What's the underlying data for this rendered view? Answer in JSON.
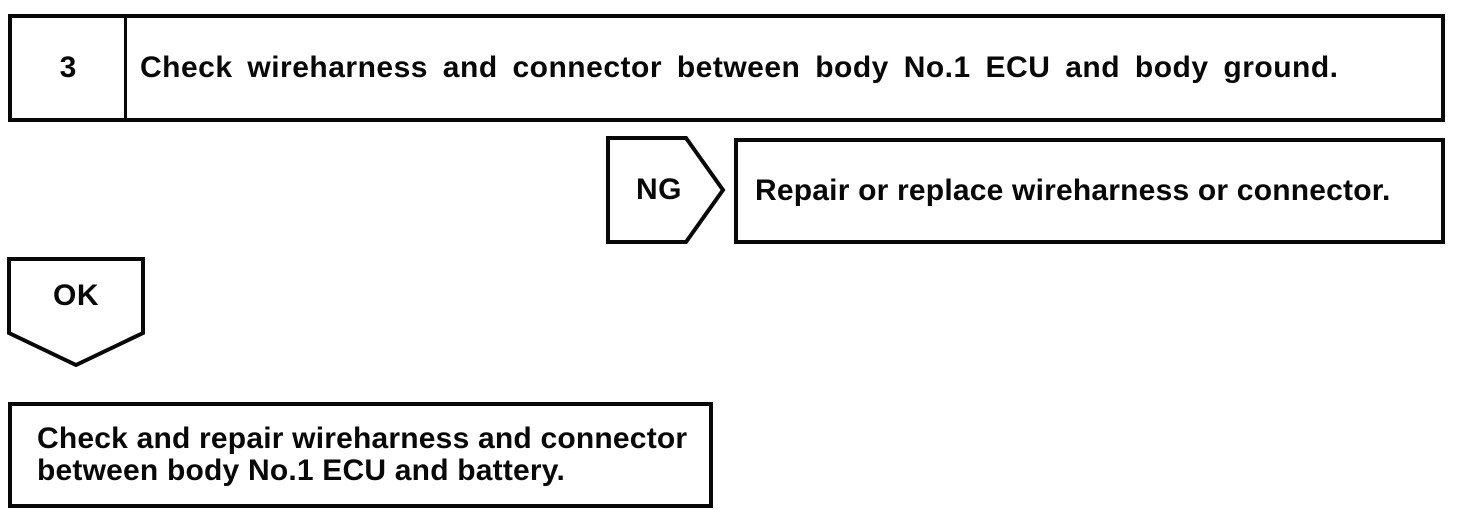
{
  "flowchart": {
    "step": {
      "number": "3",
      "instruction": "Check wireharness and connector between body No.1 ECU and body ground."
    },
    "ng_branch": {
      "label": "NG",
      "action": "Repair or replace wireharness or connector."
    },
    "ok_branch": {
      "label": "OK",
      "action_lines": [
        "Check and repair wireharness and connector",
        "between body No.1 ECU and battery."
      ]
    },
    "colors": {
      "ink": "#080808",
      "paper": "#ffffff"
    }
  }
}
